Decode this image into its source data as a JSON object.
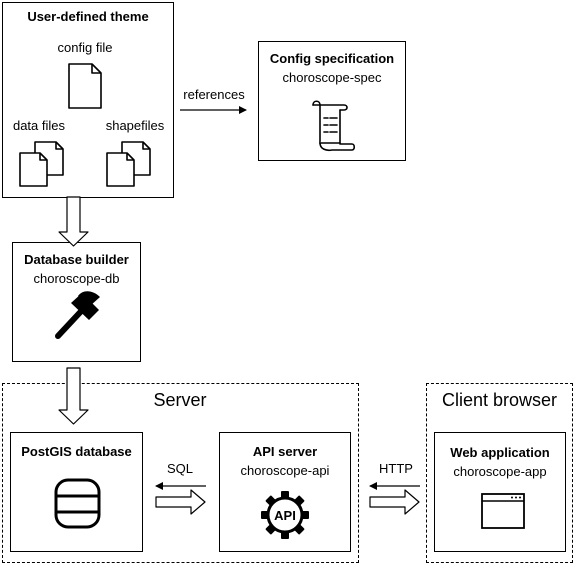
{
  "theme": {
    "title": "User-defined theme",
    "config": "config file",
    "data": "data files",
    "shapes": "shapefiles"
  },
  "spec": {
    "title": "Config specification",
    "sub": "choroscope-spec"
  },
  "references": "references",
  "db_builder": {
    "title": "Database builder",
    "sub": "choroscope-db"
  },
  "server": {
    "label": "Server"
  },
  "client": {
    "label": "Client browser"
  },
  "postgis": {
    "title": "PostGIS database"
  },
  "api": {
    "title": "API server",
    "sub": "choroscope-api",
    "icon_text": "API"
  },
  "webapp": {
    "title": "Web application",
    "sub": "choroscope-app"
  },
  "sql": "SQL",
  "http": "HTTP"
}
